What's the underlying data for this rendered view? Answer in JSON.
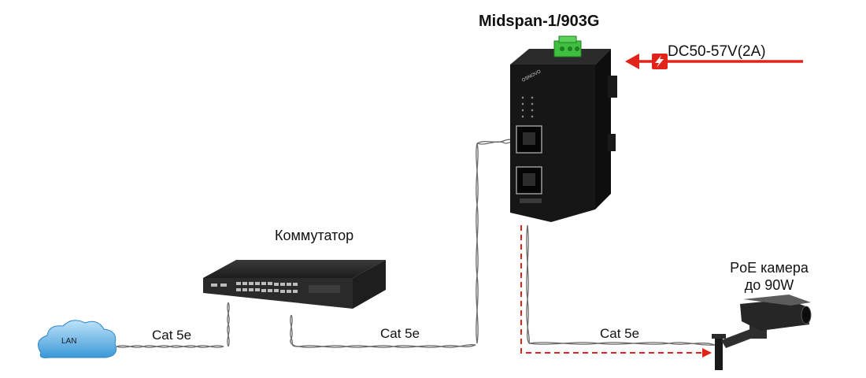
{
  "title": "Midspan-1/903G",
  "power_label": "DC50-57V(2A)",
  "switch_label": "Коммутатор",
  "camera_label_line1": "PoE камера",
  "camera_label_line2": "до 90W",
  "lan_label": "LAN",
  "cables": [
    "Cat 5e",
    "Cat 5e",
    "Cat 5e"
  ],
  "device_brand": "OSNOVO",
  "colors": {
    "power_line": "#e2231a",
    "device_body": "#161616",
    "connector": "#3fbf3f",
    "cloud": "#4ea8e0"
  },
  "icons": [
    "cloud-icon",
    "switch-icon",
    "midspan-device-icon",
    "camera-icon",
    "lightning-icon"
  ]
}
